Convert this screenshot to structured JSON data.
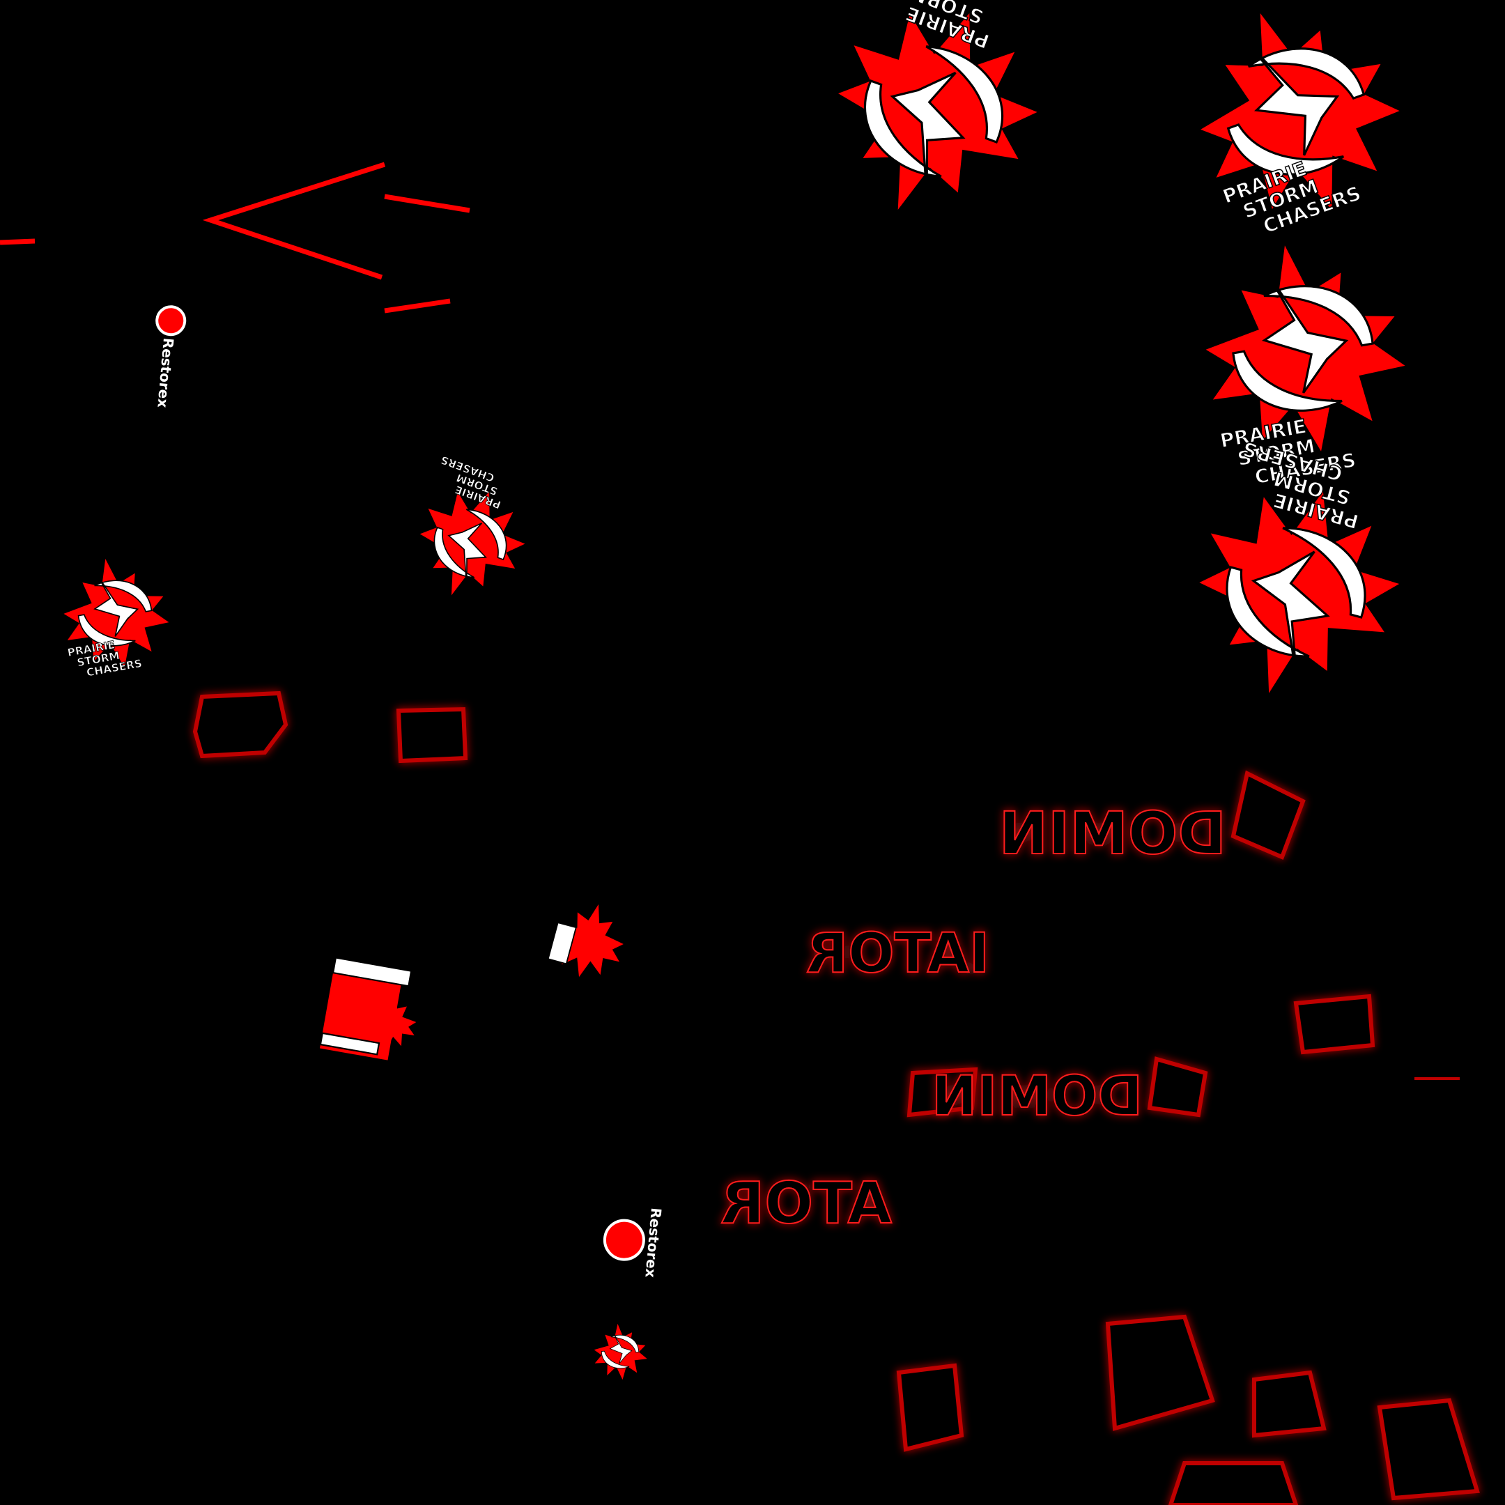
{
  "colors": {
    "background": "#000000",
    "accent": "#ff0000",
    "white": "#ffffff",
    "dark_red": "#3a0000"
  },
  "logos": {
    "line1": "PRAIRIE",
    "line2": "STORM",
    "line3": "CHASERS"
  },
  "sponsor": {
    "text": "Restorex"
  },
  "words": {
    "dominion": "DOMIN",
    "ator_a": "IATOR",
    "ator_b": "ATOR"
  }
}
